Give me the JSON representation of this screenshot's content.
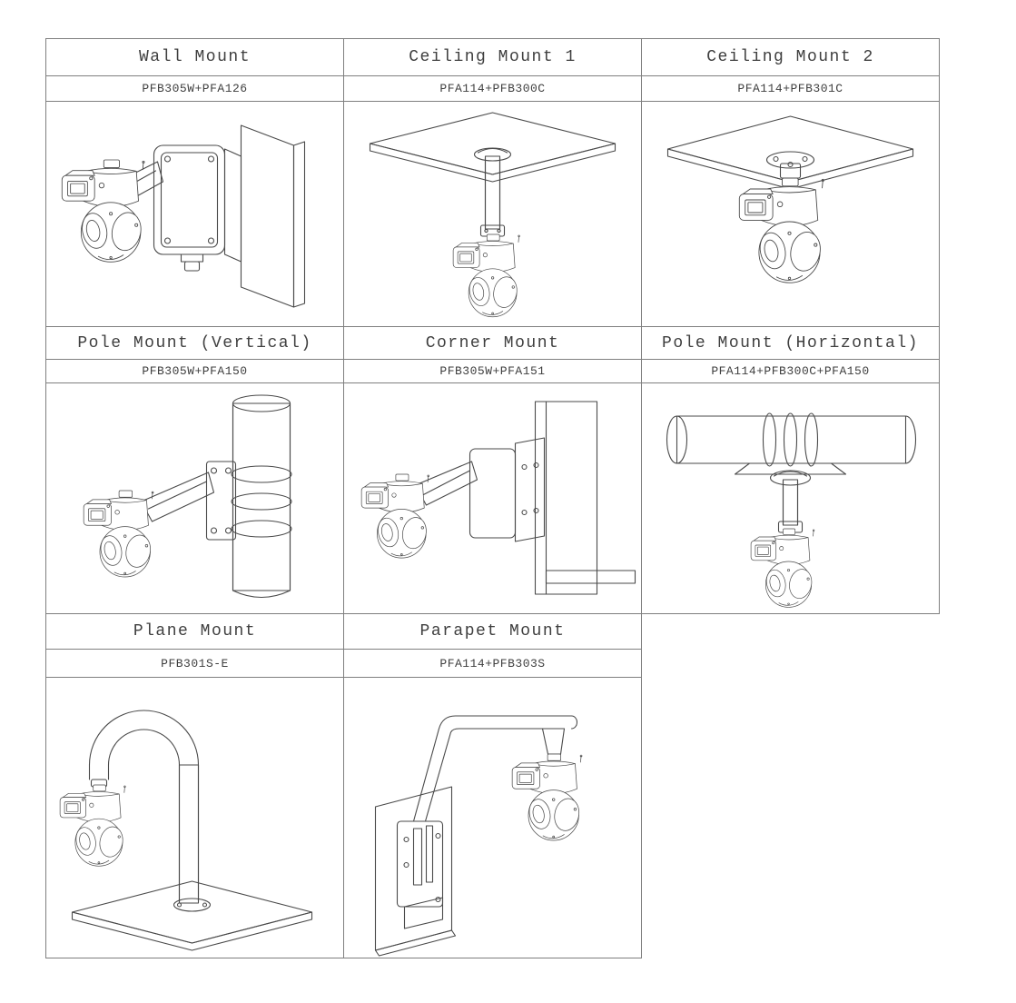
{
  "table": {
    "name": "camera-mount-options",
    "border_color": "#7f7f7f",
    "line_color": "#4a4a4a",
    "text_color": "#3f3f3f",
    "background": "#ffffff",
    "cells": [
      {
        "title": "Wall Mount",
        "model": "PFB305W+PFA126",
        "figure": "wall-mount"
      },
      {
        "title": "Ceiling Mount 1",
        "model": "PFA114+PFB300C",
        "figure": "ceiling-mount-1"
      },
      {
        "title": "Ceiling Mount 2",
        "model": "PFA114+PFB301C",
        "figure": "ceiling-mount-2"
      },
      {
        "title": "Pole Mount (Vertical)",
        "model": "PFB305W+PFA150",
        "figure": "pole-mount-vertical"
      },
      {
        "title": "Corner Mount",
        "model": "PFB305W+PFA151",
        "figure": "corner-mount"
      },
      {
        "title": "Pole Mount (Horizontal)",
        "model": "PFA114+PFB300C+PFA150",
        "figure": "pole-mount-horizontal"
      },
      {
        "title": "Plane Mount",
        "model": "PFB301S-E",
        "figure": "plane-mount"
      },
      {
        "title": "Parapet Mount",
        "model": "PFA114+PFB303S",
        "figure": "parapet-mount"
      }
    ]
  }
}
